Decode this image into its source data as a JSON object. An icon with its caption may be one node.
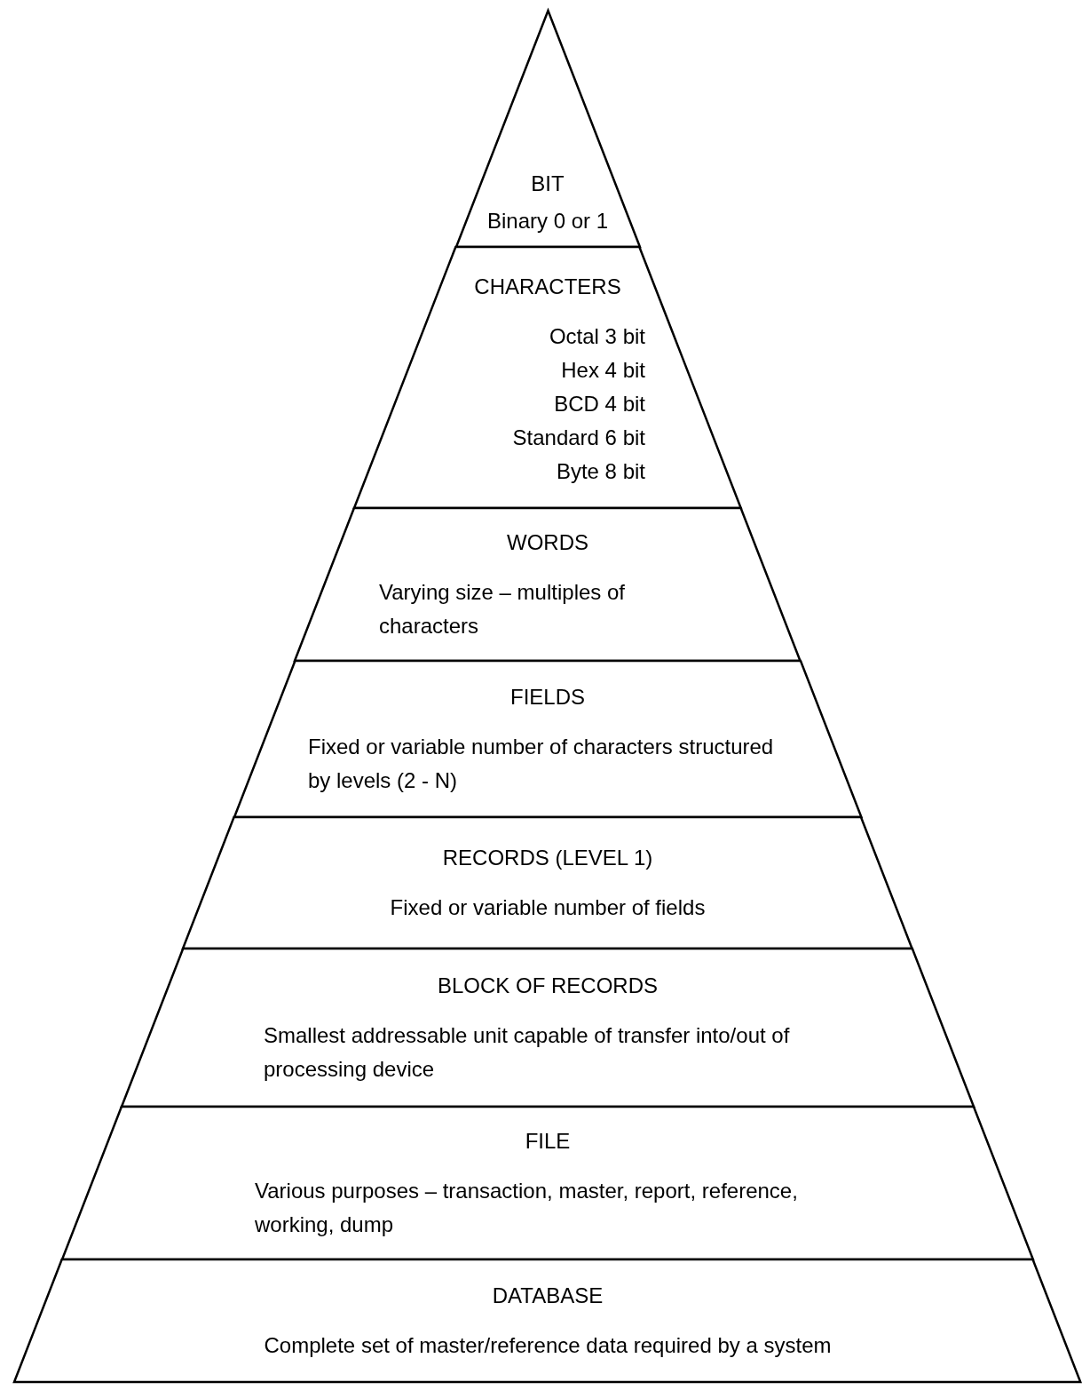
{
  "diagram": {
    "nodes": [
      {
        "text": [
          "BIT",
          "Binary 0 or 1"
        ]
      },
      {
        "text": [
          "CHARACTERS",
          "Octal 3 bit",
          "Hex 4 bit",
          "BCD 4 bit",
          "Standard 6 bit",
          "Byte 8 bit"
        ]
      },
      {
        "text": [
          "WORDS",
          "Varying size – multiples of characters"
        ]
      },
      {
        "text": [
          "FIELDS",
          "Fixed or variable number of characters structured by levels (2 - N)"
        ]
      },
      {
        "text": [
          "RECORDS (LEVEL 1)",
          "Fixed or variable number of fields"
        ]
      },
      {
        "text": [
          "BLOCK OF RECORDS",
          "Smallest addressable unit capable of transfer into/out of processing device"
        ]
      },
      {
        "text": [
          "FILE",
          "Various purposes – transaction, master, report, reference, working, dump"
        ]
      },
      {
        "text": [
          "DATABASE",
          "Complete set of master/reference data required by a system"
        ]
      }
    ]
  }
}
